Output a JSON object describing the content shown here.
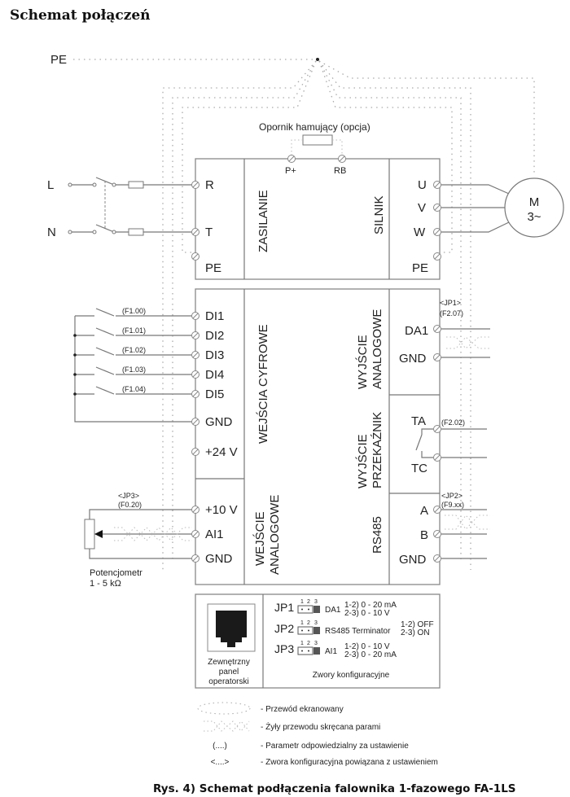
{
  "title": "Schemat połączeń",
  "caption": "Rys.  4) Schemat podłączenia falownika 1-fazowego FA-1LS",
  "ground": {
    "label": "PE"
  },
  "supply": {
    "inputs": [
      "L",
      "N"
    ],
    "terminals": [
      "R",
      "T",
      "PE"
    ],
    "section": "ZASILANIE"
  },
  "brake": {
    "label": "Opornik hamujący (opcja)",
    "terminals": [
      "P+",
      "RB"
    ]
  },
  "motor": {
    "section": "SILNIK",
    "terminals": [
      "U",
      "V",
      "W",
      "PE"
    ],
    "symbol_line1": "M",
    "symbol_line2": "3~"
  },
  "digital_inputs": {
    "section": "WEJŚCIA CYFROWE",
    "terminals": [
      "DI1",
      "DI2",
      "DI3",
      "DI4",
      "DI5",
      "GND",
      "+24 V"
    ],
    "params": [
      "(F1.00)",
      "(F1.01)",
      "(F1.02)",
      "(F1.03)",
      "(F1.04)"
    ]
  },
  "analog_input": {
    "section_line1": "WEJŚCIE",
    "section_line2": "ANALOGOWE",
    "terminals": [
      "+10 V",
      "AI1",
      "GND"
    ],
    "jumper": "<JP3>",
    "param": "(F0.20)",
    "pot_label_line1": "Potencjometr",
    "pot_label_line2": "1 - 5 kΩ"
  },
  "analog_output": {
    "section_line1": "WYJŚCIE",
    "section_line2": "ANALOGOWE",
    "terminals": [
      "DA1",
      "GND"
    ],
    "jumper": "<JP1>",
    "param": "(F2.07)"
  },
  "relay_output": {
    "section_line1": "WYJŚCIE",
    "section_line2": "PRZEKAŹNIK",
    "terminals": [
      "TA",
      "TC"
    ],
    "param": "(F2.02)"
  },
  "rs485": {
    "section": "RS485",
    "terminals": [
      "A",
      "B",
      "GND"
    ],
    "jumper": "<JP2>",
    "param": "(F9.xx)"
  },
  "config_panel": {
    "panel_label": [
      "Zewnętrzny",
      "panel",
      "operatorski"
    ],
    "jumpers_title": "Zwory konfiguracyjne",
    "pin_numbers": [
      "1",
      "2",
      "3"
    ],
    "jumpers": [
      {
        "name": "JP1",
        "target": "DA1",
        "opt1": "1-2) 0 - 20 mA",
        "opt2": "2-3) 0 - 10 V"
      },
      {
        "name": "JP2",
        "target": "RS485 Terminator",
        "opt1": "1-2) OFF",
        "opt2": "2-3) ON"
      },
      {
        "name": "JP3",
        "target": "AI1",
        "opt1": "1-2) 0 - 10 V",
        "opt2": "2-3) 0 - 20 mA"
      }
    ]
  },
  "legend": [
    {
      "symbol": "shielded",
      "text": "- Przewód ekranowany"
    },
    {
      "symbol": "twisted",
      "text": "- Żyły przewodu skręcana parami"
    },
    {
      "symbol": "(....)",
      "text": "- Parametr odpowiedzialny za ustawienie"
    },
    {
      "symbol": "<....>",
      "text": "- Zwora konfiguracyjna powiązana z ustawieniem"
    }
  ]
}
